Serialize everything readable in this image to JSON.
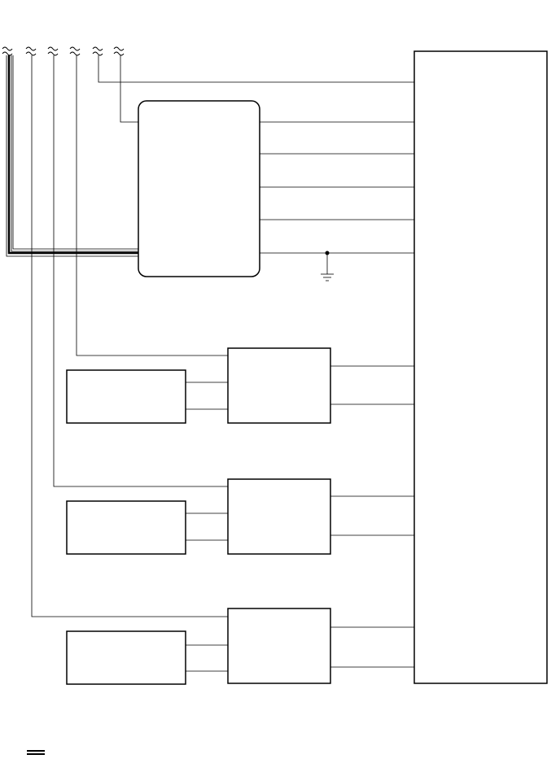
{
  "diagram": {
    "kind": "wiring schematic",
    "line_color": "#000000",
    "background": "#ffffff",
    "components": [
      {
        "id": "main-unit",
        "label": ""
      },
      {
        "id": "control-module",
        "label": ""
      },
      {
        "id": "driver-1",
        "label": ""
      },
      {
        "id": "device-1",
        "label": ""
      },
      {
        "id": "driver-2",
        "label": ""
      },
      {
        "id": "device-2",
        "label": ""
      },
      {
        "id": "driver-3",
        "label": ""
      },
      {
        "id": "device-3",
        "label": ""
      }
    ],
    "connector_breaks": 6,
    "ground_symbols": 1,
    "legend_symbol": "double-line"
  }
}
